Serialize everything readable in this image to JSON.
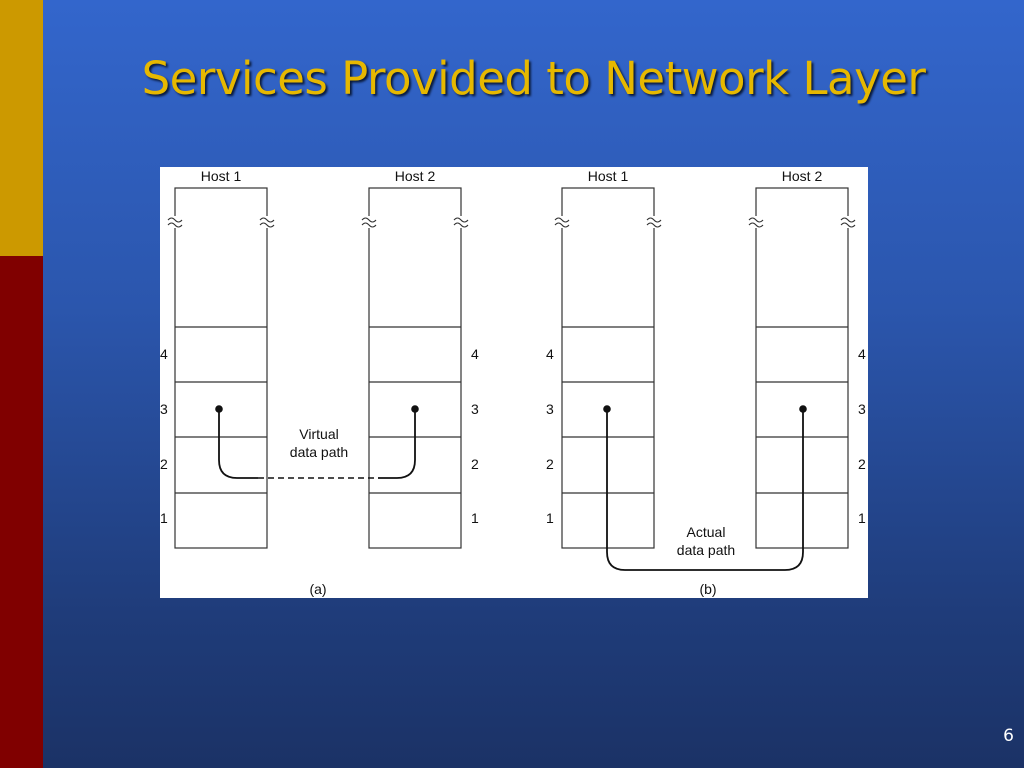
{
  "slide": {
    "title": "Services Provided to Network Layer",
    "number": "6",
    "colors": {
      "accent_top": "#cc9900",
      "accent_bottom": "#800000",
      "title": "#e6b800",
      "background": "#3366cc"
    }
  },
  "diagram_a": {
    "host1_label": "Host 1",
    "host2_label": "Host 2",
    "path_label_line1": "Virtual",
    "path_label_line2": "data path",
    "caption": "(a)"
  },
  "diagram_b": {
    "host1_label": "Host 1",
    "host2_label": "Host 2",
    "path_label_line1": "Actual",
    "path_label_line2": "data path",
    "caption": "(b)"
  },
  "layers": [
    "4",
    "3",
    "2",
    "1"
  ]
}
